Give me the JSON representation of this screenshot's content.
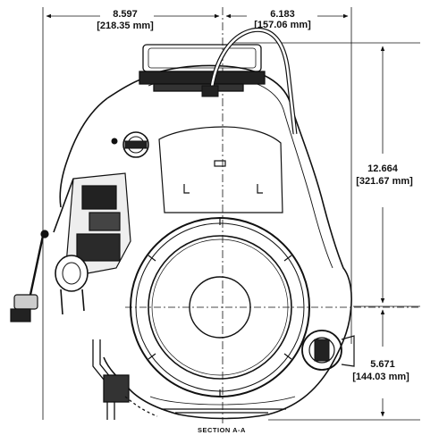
{
  "drawing": {
    "caption": "SECTION A-A",
    "dimensions": {
      "left_width": {
        "value": "8.597",
        "metric": "[218.35 mm]"
      },
      "right_width": {
        "value": "6.183",
        "metric": "[157.06 mm]"
      },
      "total_height": {
        "value": "12.664",
        "metric": "[321.67 mm]"
      },
      "crank_height": {
        "value": "5.671",
        "metric": "[144.03 mm]"
      }
    }
  }
}
